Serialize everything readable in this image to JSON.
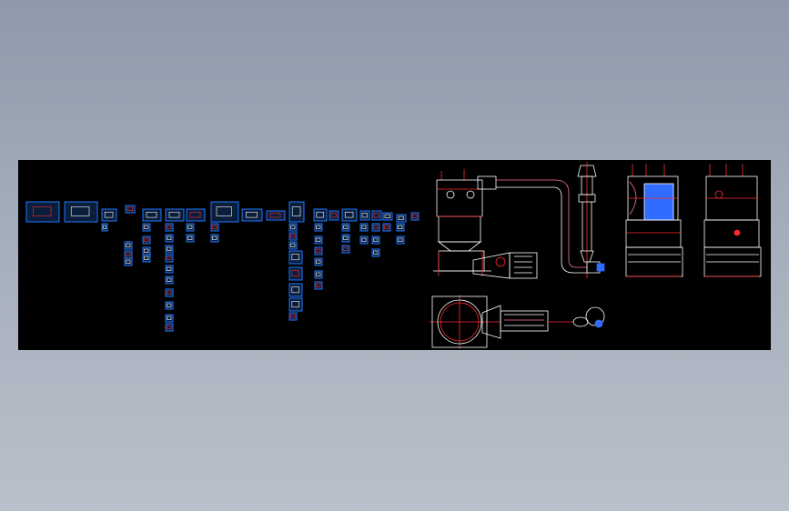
{
  "window": {
    "title": ""
  },
  "canvas": {
    "background": "#000000",
    "page_background_top": "#8e9aaa",
    "page_background_bottom": "#b9c0cb"
  },
  "colors": {
    "frame": "#1e78ff",
    "highlight": "#ffffff",
    "accent_red": "#ff2a2a",
    "sheet_fill": "#0a1e3c",
    "pipe": "#ff6fb0",
    "machine_line": "#ffffff",
    "blue_fill": "#2f6cff"
  },
  "drawing_sheets": {
    "count_rows": 0,
    "description_visible": false
  },
  "equipment_views": [
    {
      "name": "fluid-bed-dryer-front-elevation"
    },
    {
      "name": "cyclone-separator-elevation"
    },
    {
      "name": "dryer-side-elevation-a"
    },
    {
      "name": "dryer-side-elevation-b"
    },
    {
      "name": "dryer-plan-view"
    }
  ]
}
